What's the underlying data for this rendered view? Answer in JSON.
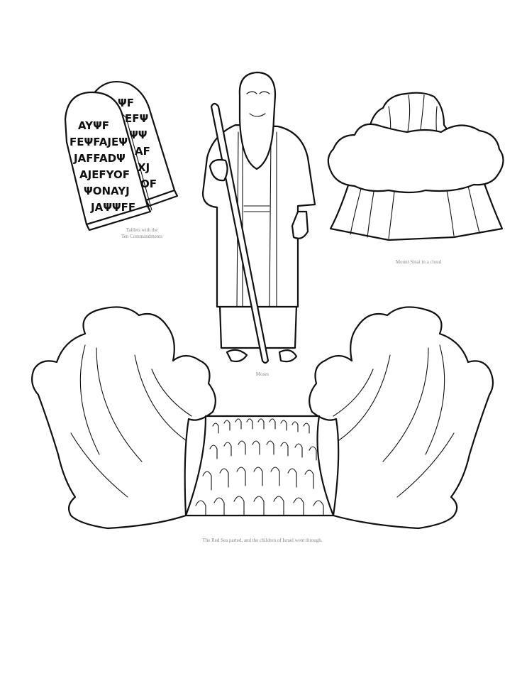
{
  "page": {
    "type": "coloring-page",
    "background": "#ffffff",
    "line_color": "#111111",
    "caption_color": "#8a8a8a"
  },
  "illustrations": {
    "tablets": {
      "caption_line1": "Tablets with the",
      "caption_line2": "Ten Commandments",
      "front_rows": [
        "AYΨF",
        "FEΨFAJEΨ",
        "JAFFADΨ",
        "AJEFYOF",
        "ΨONAYJ",
        "JAΨΨFF"
      ],
      "back_rows": [
        "ΨF",
        "EFΨ",
        "ΨΨ",
        "AF",
        "XJ",
        "OF"
      ]
    },
    "moses": {
      "caption": "Moses"
    },
    "mount_sinai": {
      "caption": "Mount Sinai in a cloud"
    },
    "red_sea": {
      "caption": "The Red Sea parted, and the children of Israel went through."
    }
  }
}
